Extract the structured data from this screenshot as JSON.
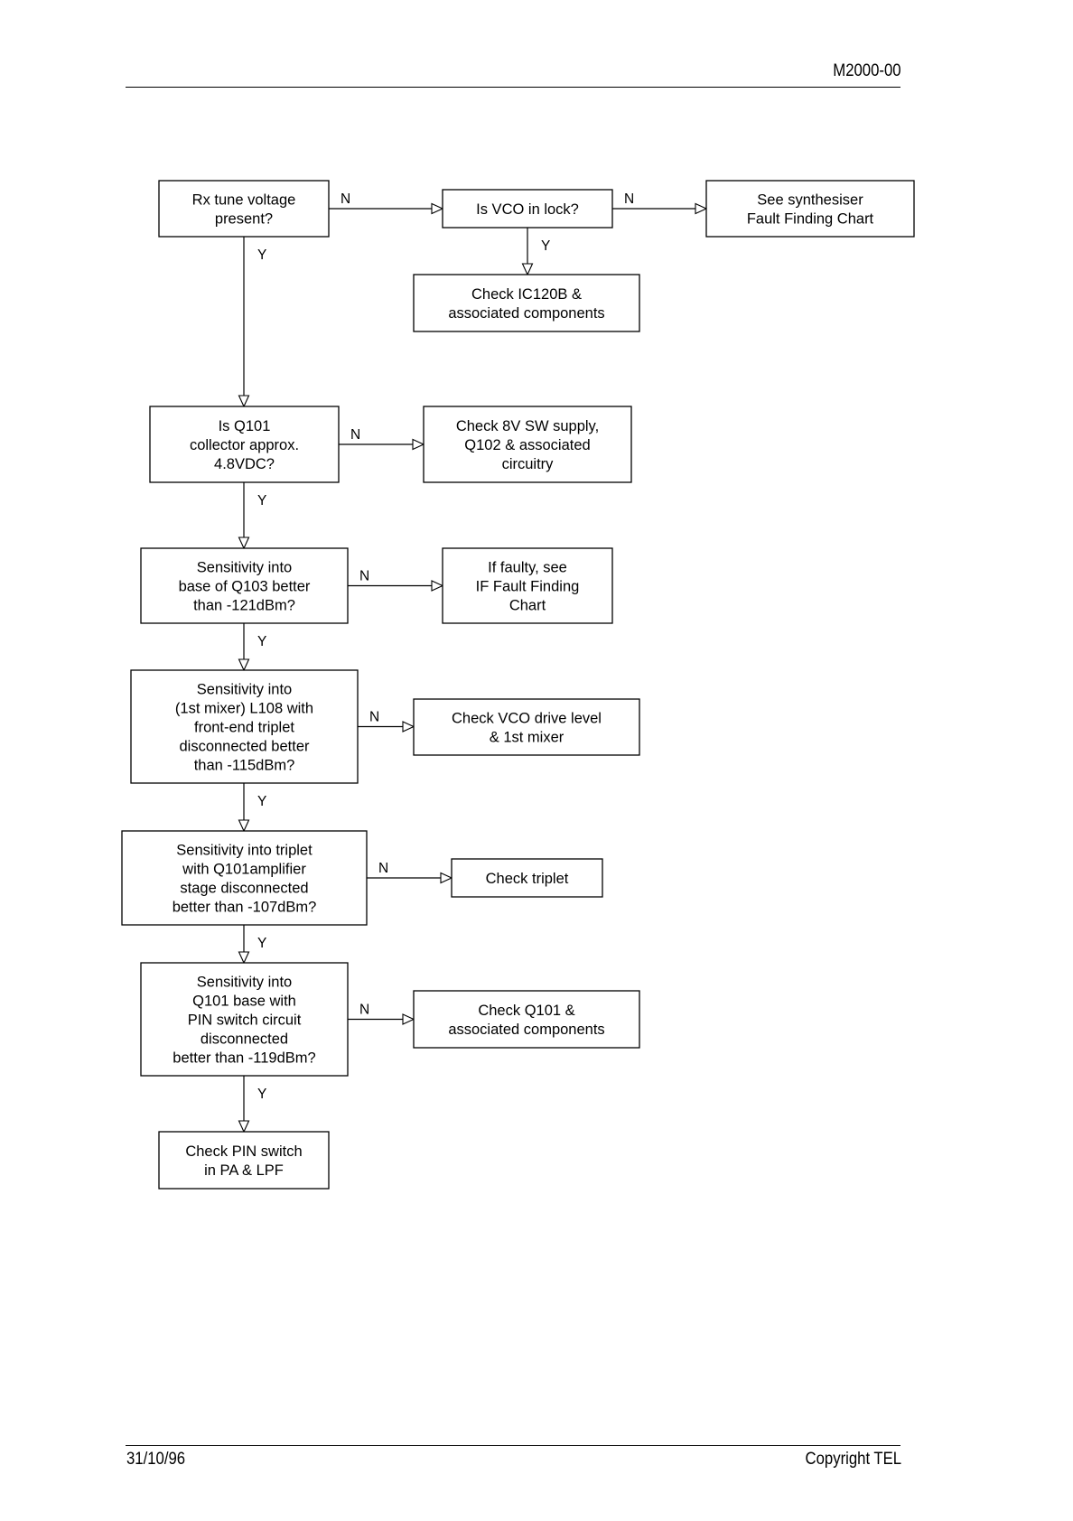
{
  "header": {
    "doc_id": "M2000-00"
  },
  "footer": {
    "date": "31/10/96",
    "copyright": "Copyright TEL"
  },
  "flowchart": {
    "nodes": [
      {
        "id": "rx-tune",
        "lines": [
          "Rx tune voltage",
          "present?"
        ]
      },
      {
        "id": "vco-lock",
        "lines": [
          "Is VCO in lock?"
        ]
      },
      {
        "id": "synth-chart",
        "lines": [
          "See synthesiser",
          "Fault Finding Chart"
        ]
      },
      {
        "id": "ic120b",
        "lines": [
          "Check IC120B &",
          "associated components"
        ]
      },
      {
        "id": "q101-collector",
        "lines": [
          "Is Q101",
          "collector approx.",
          "4.8VDC?"
        ]
      },
      {
        "id": "sw-supply",
        "lines": [
          "Check 8V SW supply,",
          "Q102 & associated",
          "circuitry"
        ]
      },
      {
        "id": "sens-q103",
        "lines": [
          "Sensitivity into",
          "base of Q103 better",
          "than -121dBm?"
        ]
      },
      {
        "id": "if-chart",
        "lines": [
          "If faulty, see",
          "IF Fault Finding",
          "Chart"
        ]
      },
      {
        "id": "sens-l108",
        "lines": [
          "Sensitivity into",
          "(1st mixer) L108 with",
          "front-end triplet",
          "disconnected better",
          "than -115dBm?"
        ]
      },
      {
        "id": "vco-drive",
        "lines": [
          "Check VCO drive level",
          "& 1st mixer"
        ]
      },
      {
        "id": "sens-triplet",
        "lines": [
          "Sensitivity into triplet",
          "with Q101amplifier",
          "stage disconnected",
          "better than -107dBm?"
        ]
      },
      {
        "id": "check-triplet",
        "lines": [
          "Check triplet"
        ]
      },
      {
        "id": "sens-q101-base",
        "lines": [
          "Sensitivity into",
          "Q101 base with",
          "PIN switch circuit",
          "disconnected",
          "better than -119dBm?"
        ]
      },
      {
        "id": "check-q101",
        "lines": [
          "Check Q101 &",
          "associated components"
        ]
      },
      {
        "id": "pin-switch",
        "lines": [
          "Check PIN switch",
          "in PA & LPF"
        ]
      }
    ],
    "edges": [
      {
        "from": "rx-tune",
        "to": "vco-lock",
        "label": "N"
      },
      {
        "from": "vco-lock",
        "to": "synth-chart",
        "label": "N"
      },
      {
        "from": "vco-lock",
        "to": "ic120b",
        "label": "Y"
      },
      {
        "from": "rx-tune",
        "to": "q101-collector",
        "label": "Y"
      },
      {
        "from": "q101-collector",
        "to": "sw-supply",
        "label": "N"
      },
      {
        "from": "q101-collector",
        "to": "sens-q103",
        "label": "Y"
      },
      {
        "from": "sens-q103",
        "to": "if-chart",
        "label": "N"
      },
      {
        "from": "sens-q103",
        "to": "sens-l108",
        "label": "Y"
      },
      {
        "from": "sens-l108",
        "to": "vco-drive",
        "label": "N"
      },
      {
        "from": "sens-l108",
        "to": "sens-triplet",
        "label": "Y"
      },
      {
        "from": "sens-triplet",
        "to": "check-triplet",
        "label": "N"
      },
      {
        "from": "sens-triplet",
        "to": "sens-q101-base",
        "label": "Y"
      },
      {
        "from": "sens-q101-base",
        "to": "check-q101",
        "label": "N"
      },
      {
        "from": "sens-q101-base",
        "to": "pin-switch",
        "label": "Y"
      }
    ]
  }
}
